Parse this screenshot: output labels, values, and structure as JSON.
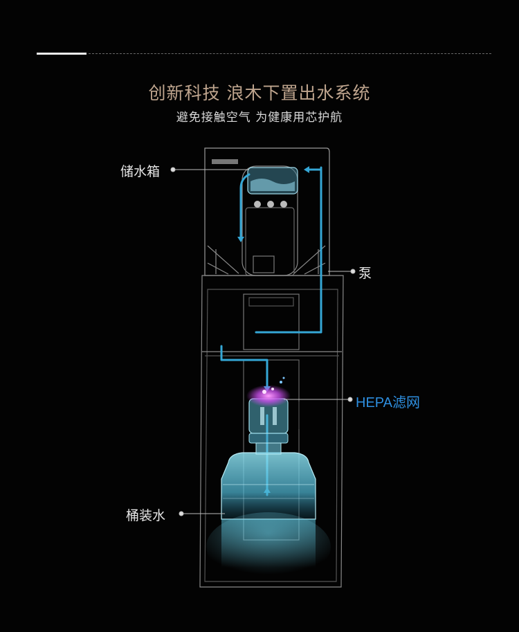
{
  "header": {
    "title": "创新科技 浪木下置出水系统",
    "subtitle": "避免接触空气 为健康用芯护航"
  },
  "labels": {
    "tank": "储水箱",
    "pump": "泵",
    "filter": "HEPA滤网",
    "bottle": "桶装水"
  },
  "colors": {
    "background": "#030303",
    "title": "#bfa58e",
    "flow": "#35a7d6",
    "filter_label": "#2e8fe0",
    "filter_glow": "#d85cff"
  }
}
